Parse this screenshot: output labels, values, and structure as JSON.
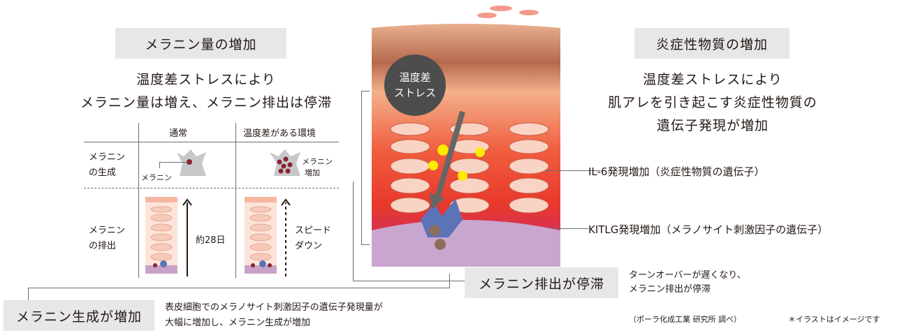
{
  "left_section": {
    "heading": "メラニン量の増加",
    "desc_line1": "温度差ストレスにより",
    "desc_line2": "メラニン量は増え、メラニン排出は停滞",
    "table": {
      "col_normal": "通常",
      "col_temp": "温度差がある環境",
      "row1_label_l1": "メラニン",
      "row1_label_l2": "の生成",
      "row2_label_l1": "メラニン",
      "row2_label_l2": "の排出",
      "melanin_label": "メラニン",
      "increase_l1": "メラニン",
      "increase_l2": "増加",
      "days": "約28日",
      "slow_l1": "スピード",
      "slow_l2": "ダウン"
    }
  },
  "center": {
    "stress_l1": "温度差",
    "stress_l2": "ストレス"
  },
  "right_section": {
    "heading": "炎症性物質の増加",
    "desc_line1": "温度差ストレスにより",
    "desc_line2": "肌アレを引き起こす炎症性物質の",
    "desc_line3": "遺伝子発現が増加",
    "il6": "IL-6発現増加（炎症性物質の遺伝子）",
    "kitlg": "KITLG発現増加（メラノサイト刺激因子の遺伝子）"
  },
  "bottom": {
    "excretion_box": "メラニン排出が停滞",
    "excretion_desc_l1": "ターンオーバーが遅くなり、",
    "excretion_desc_l2": "メラニン排出が停滞",
    "production_box": "メラニン生成が増加",
    "production_desc_l1": "表皮細胞でのメラノサイト刺激因子の遺伝子発現量が",
    "production_desc_l2": "大幅に増加し、メラニン生成が増加",
    "source": "（ポーラ化成工業 研究所 調べ）",
    "note": "＊イラストはイメージです"
  }
}
